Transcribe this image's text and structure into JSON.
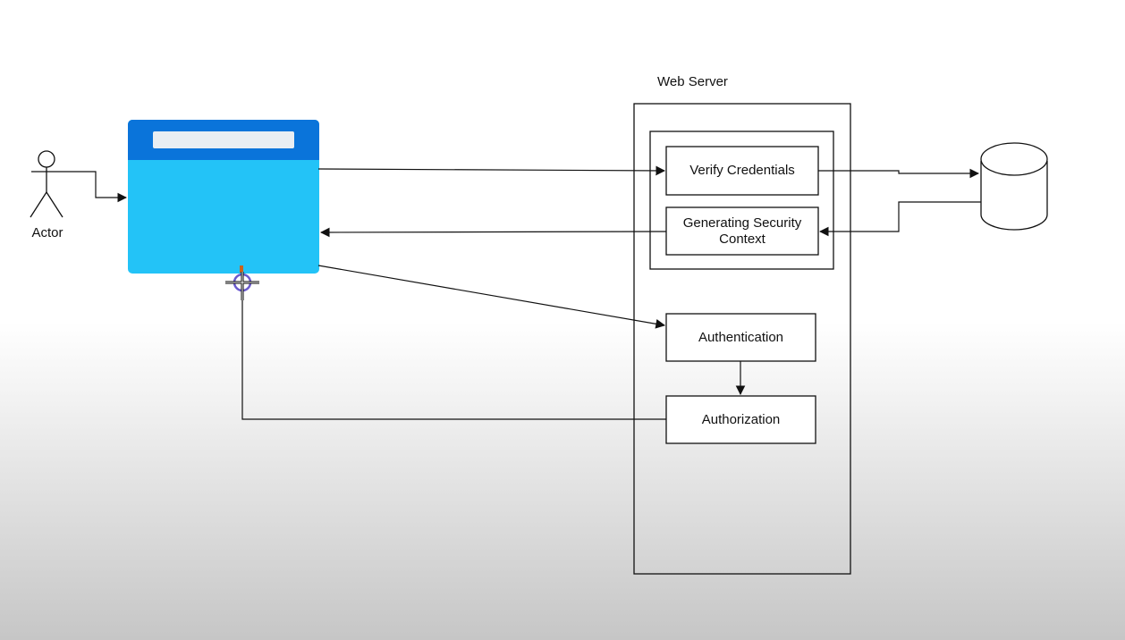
{
  "diagram": {
    "actor": {
      "label": "Actor"
    },
    "web_server": {
      "title": "Web Server"
    },
    "nodes": {
      "verify": "Verify Credentials",
      "security": "Generating Security Context",
      "authentication": "Authentication",
      "authorization": "Authorization"
    },
    "colors": {
      "browser_header": "#0a74da",
      "browser_body": "#23c3f7",
      "browser_bar": "#e8eef3",
      "stroke": "#111111",
      "cursor_ring": "#6a5acd"
    },
    "icons": [
      "stick-figure-icon",
      "browser-window-icon",
      "database-cylinder-icon",
      "crosshair-cursor-icon"
    ]
  }
}
